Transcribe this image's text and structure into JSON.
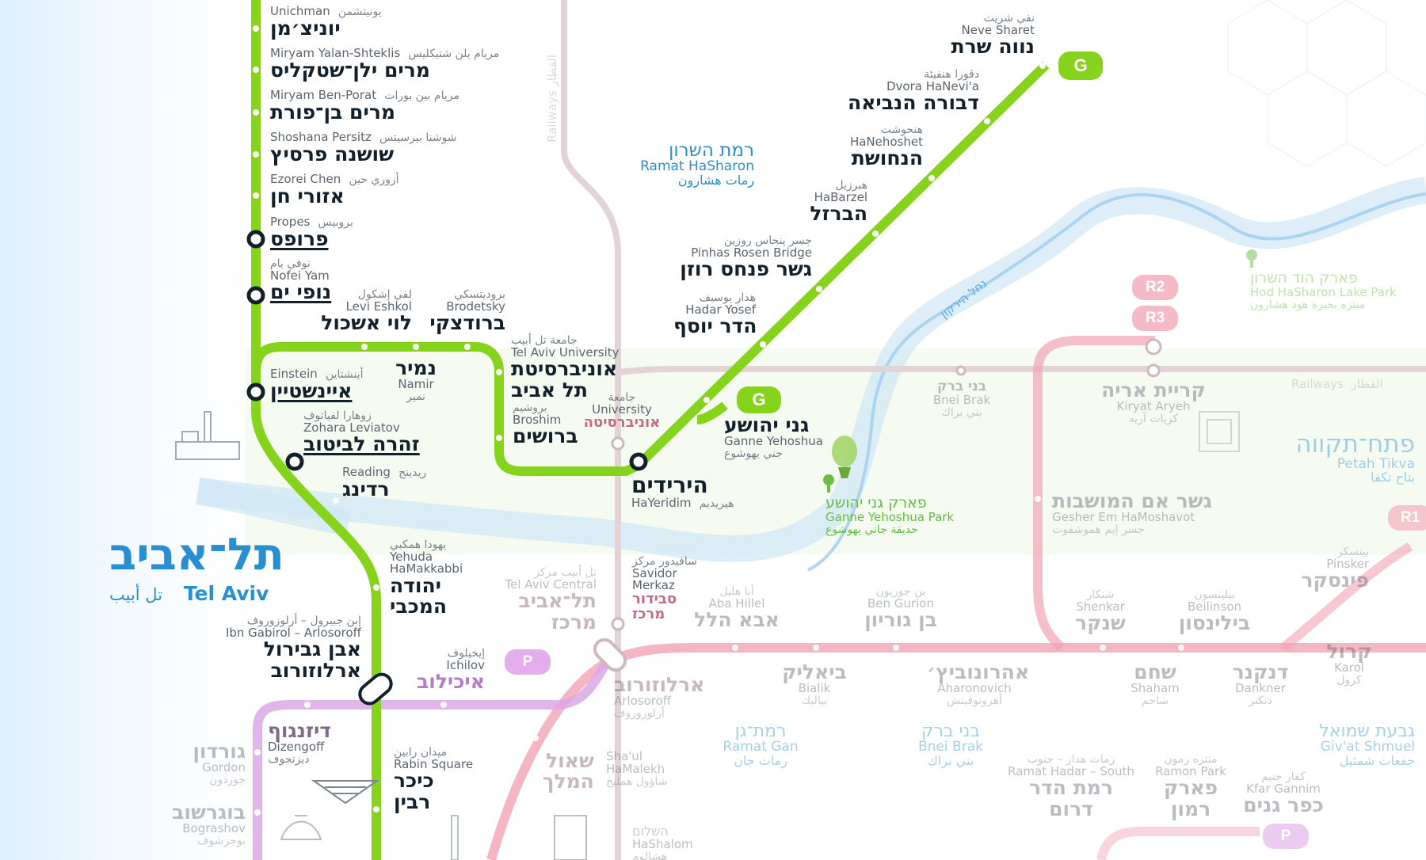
{
  "colors": {
    "green": "#86d31c",
    "pink": "#f1a4b3",
    "purple": "#d9a8e6",
    "blue_river": "#bfdff4",
    "gray_rail": "#cdb9bd",
    "label_dark": "#12202c",
    "city_blue": "#2a8fd0"
  },
  "city": {
    "he": "תל־אביב",
    "en": "Tel Aviv",
    "ar": "تل أبيب"
  },
  "places": {
    "ramat_hasharon": {
      "he": "רמת השרון",
      "en": "Ramat HaSharon",
      "ar": "رمات هشارون"
    },
    "petah_tikva": {
      "he": "פתח־תקווה",
      "en": "Petah Tikva",
      "ar": "بتاح تكفا"
    },
    "ramat_gan": {
      "he": "רמת־גן",
      "en": "Ramat Gan",
      "ar": "رمات جان"
    },
    "bnei_brak_area": {
      "he": "בני ברק",
      "en": "Bnei Brak",
      "ar": "بني براك"
    },
    "givat_shmuel": {
      "he": "גבעת שמואל",
      "en": "Giv'at Shmuel",
      "ar": "جفعات شمئيل"
    }
  },
  "parks": {
    "ganne": {
      "he": "פארק גני יהושע",
      "en": "Ganne Yehoshua Park",
      "ar": "حديقة جاني يهوشوع"
    },
    "hod": {
      "he": "פארק הוד השרון",
      "en": "Hod HaSharon Lake Park",
      "ar": "منتزه بحيرة هود هشارون"
    }
  },
  "rail_labels": {
    "vertical": "Railways",
    "vertical_ar": "القطار",
    "horizontal": "Railways",
    "horizontal_ar": "القطار"
  },
  "river_label": "נחל הירקון",
  "badges": {
    "g_top": "G",
    "g_mid": "G",
    "r2": "R2",
    "r3": "R3",
    "r1": "R1",
    "p1": "P",
    "p2": "P"
  },
  "stations": {
    "unichman": {
      "en": "Unichman",
      "ar": "يونيتشمن",
      "he": "יוניצ׳מן"
    },
    "yalan": {
      "en": "Miryam Yalan-Shteklis",
      "ar": "مريام يلن شتيكليس",
      "he": "מרים ילן־שטקליס"
    },
    "benporat": {
      "en": "Miryam Ben-Porat",
      "ar": "مريام بين بورات",
      "he": "מרים בן־פורת"
    },
    "persitz": {
      "en": "Shoshana Persitz",
      "ar": "شوشنا بيرسيتس",
      "he": "שושנה פרסיץ"
    },
    "ezorei": {
      "en": "Ezorei Chen",
      "ar": "أزوري حين",
      "he": "אזורי חן"
    },
    "propes": {
      "en": "Propes",
      "ar": "بروبيس",
      "he": "פרופס"
    },
    "nofei": {
      "en": "Nofei Yam",
      "ar": "نوفي يام",
      "he": "נופי ים"
    },
    "eshkol": {
      "en": "Levi Eshkol",
      "ar": "لفي إشكول",
      "he": "לוי אשכול"
    },
    "brodetsky": {
      "en": "Brodetsky",
      "ar": "بروديتسكي",
      "he": "ברודצקי"
    },
    "namir": {
      "en": "Namir",
      "ar": "نمير",
      "he": "נמיר"
    },
    "einstein": {
      "en": "Einstein",
      "ar": "أينشتاين",
      "he": "איינשטיין"
    },
    "tau": {
      "en": "Tel Aviv University",
      "ar": "جامعة تل أبيب",
      "he1": "אוניברסיטת",
      "he2": "תל אביב"
    },
    "zohara": {
      "en": "Zohara Leviatov",
      "ar": "زوهارا لفياتوف",
      "he": "זהרה לביטוב"
    },
    "broshim": {
      "en": "Broshim",
      "ar": "بروشيم",
      "he": "ברושים"
    },
    "reading": {
      "en": "Reading",
      "ar": "ريدينج",
      "he": "רדינג"
    },
    "univ_rail": {
      "ar": "جامعة",
      "en": "University",
      "he": "אוניברסיטה"
    },
    "hayeridim": {
      "he": "הירידים",
      "en": "HaYeridim",
      "ar": "هيريديم"
    },
    "ganne": {
      "he": "גני יהושע",
      "en": "Ganne Yehoshua",
      "ar": "جني يهوشوع"
    },
    "hadar": {
      "ar": "هدار يوسيف",
      "en": "Hadar Yosef",
      "he": "הדר יוסף"
    },
    "rosen": {
      "ar": "جسر پنحاس روزين",
      "en": "Pinhas Rosen Bridge",
      "he": "גשר פנחס רוזן"
    },
    "habarzel": {
      "ar": "هبرزيل",
      "en": "HaBarzel",
      "he": "הברזל"
    },
    "hanehoshet": {
      "ar": "هنحوشت",
      "en": "HaNehoshet",
      "he": "הנחושת"
    },
    "dvora": {
      "ar": "دڤورا هنفيئة",
      "en": "Dvora HaNevi'a",
      "he": "דבורה הנביאה"
    },
    "neve": {
      "ar": "نفي شريت",
      "en": "Neve Sharet",
      "he": "נווה שרת"
    },
    "yehuda": {
      "ar": "يهودا همكبي",
      "en1": "Yehuda",
      "en2": "HaMakkabbi",
      "he1": "יהודה",
      "he2": "המכבי"
    },
    "ibn": {
      "ar": "إبن جبيرول – أرلوزوروف",
      "en": "Ibn Gabirol – Arlosoroff",
      "he1": "אבן גבירול",
      "he2": "ארלוזורוב"
    },
    "ichilov": {
      "ar": "إيخيلوف",
      "en": "Ichilov",
      "he": "איכילוב"
    },
    "tlv_central": {
      "ar": "تل أبيب مركز",
      "en": "Tel Aviv Central",
      "he1": "תל־אביב",
      "he2": "מרכז"
    },
    "savidor": {
      "ar": "سافيدور مركز",
      "en1": "Savidor",
      "en2": "Merkaz",
      "he1": "סבידור",
      "he2": "מרכז"
    },
    "aba": {
      "ar": "أبا هليل",
      "en": "Aba Hillel",
      "he": "אבא הלל"
    },
    "bengurion": {
      "ar": "بن جوريون",
      "en": "Ben Gurion",
      "he": "בן גוריון"
    },
    "bneibrak_st": {
      "he": "בני ברק",
      "en": "Bnei Brak",
      "ar": "بني براك"
    },
    "kiryat": {
      "he": "קריית אריה",
      "en": "Kiryat Aryeh",
      "ar": "كريات آريه"
    },
    "gesher": {
      "he": "גשר אם המושבות",
      "en": "Gesher Em HaMoshavot",
      "ar": "جسر إيم هموشفوت"
    },
    "pinsker": {
      "ar": "بينسكر",
      "en": "Pinsker",
      "he": "פינסקר"
    },
    "shenkar": {
      "ar": "شنكار",
      "en": "Shenkar",
      "he": "שנקר"
    },
    "beilinson": {
      "ar": "بيلينسون",
      "en": "Beilinson",
      "he": "בילינסון"
    },
    "bialik": {
      "he": "ביאליק",
      "en": "Bialik",
      "ar": "بياليك"
    },
    "aharonovich": {
      "he": "אהרונוביץ׳",
      "en": "Aharonovich",
      "ar": "أهرونوفيتش"
    },
    "shaham": {
      "he": "שחם",
      "en": "Shaham",
      "ar": "شاحم"
    },
    "dankner": {
      "he": "דנקנר",
      "en": "Dankner",
      "ar": "دنكنر"
    },
    "karol": {
      "he": "קרול",
      "en": "Karol",
      "ar": "كرول"
    },
    "arlosoroff": {
      "he": "ארלוזורוב",
      "en": "Arlosoroff",
      "ar": "أرلوزوروف"
    },
    "shaul": {
      "he1": "שאול",
      "he2": "המלך",
      "en1": "Sha'ul",
      "en2": "HaMalekh",
      "ar": "شاؤول همليخ"
    },
    "hashalom": {
      "ar": "השלום",
      "en": "HaShalom",
      "ar2": "هشالوم"
    },
    "dizengoff": {
      "he": "דיזנגוף",
      "en": "Dizengoff",
      "ar": "ديزنجوف"
    },
    "gordon": {
      "he": "גורדון",
      "en": "Gordon",
      "ar": "جوردون"
    },
    "bograshov": {
      "he": "בוגרשוב",
      "en": "Bograshov",
      "ar": "بوجرشوف"
    },
    "rabin": {
      "ar": "ميدان رابين",
      "en": "Rabin Square",
      "he1": "כיכר",
      "he2": "רבין"
    },
    "ramat_hadar": {
      "ar": "رمات هدار – جنوب",
      "en": "Ramat Hadar – South",
      "he1": "רמת הדר",
      "he2": "דרום"
    },
    "ramon": {
      "ar": "منتزه رمون",
      "en": "Ramon Park",
      "he1": "פארק",
      "he2": "רמון"
    },
    "kfar": {
      "ar": "كفار جنيم",
      "en": "Kfar Gannim",
      "he": "כפר גנים"
    }
  }
}
